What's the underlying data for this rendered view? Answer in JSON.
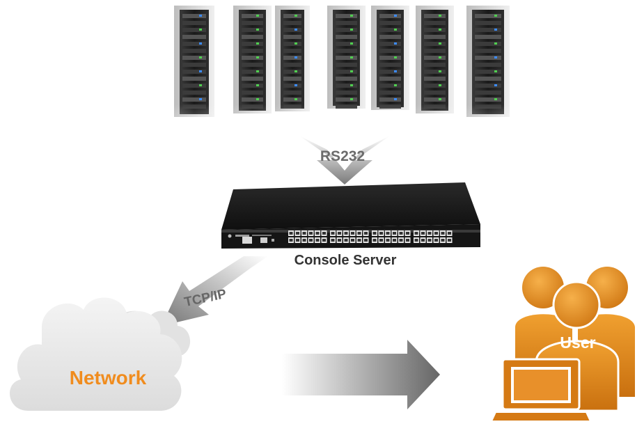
{
  "labels": {
    "rs232": "RS232",
    "console_server": "Console Server",
    "tcpip": "TCP/IP",
    "network": "Network",
    "user": "User"
  },
  "colors": {
    "accent_orange": "#f08c1e",
    "user_orange": "#e08a1a",
    "device_dark": "#1c1c1c",
    "arrow_gray": "#6e6e6e"
  },
  "icons": [
    "server-rack-icon",
    "console-server-device-icon",
    "cloud-icon",
    "users-icon",
    "laptop-icon"
  ]
}
